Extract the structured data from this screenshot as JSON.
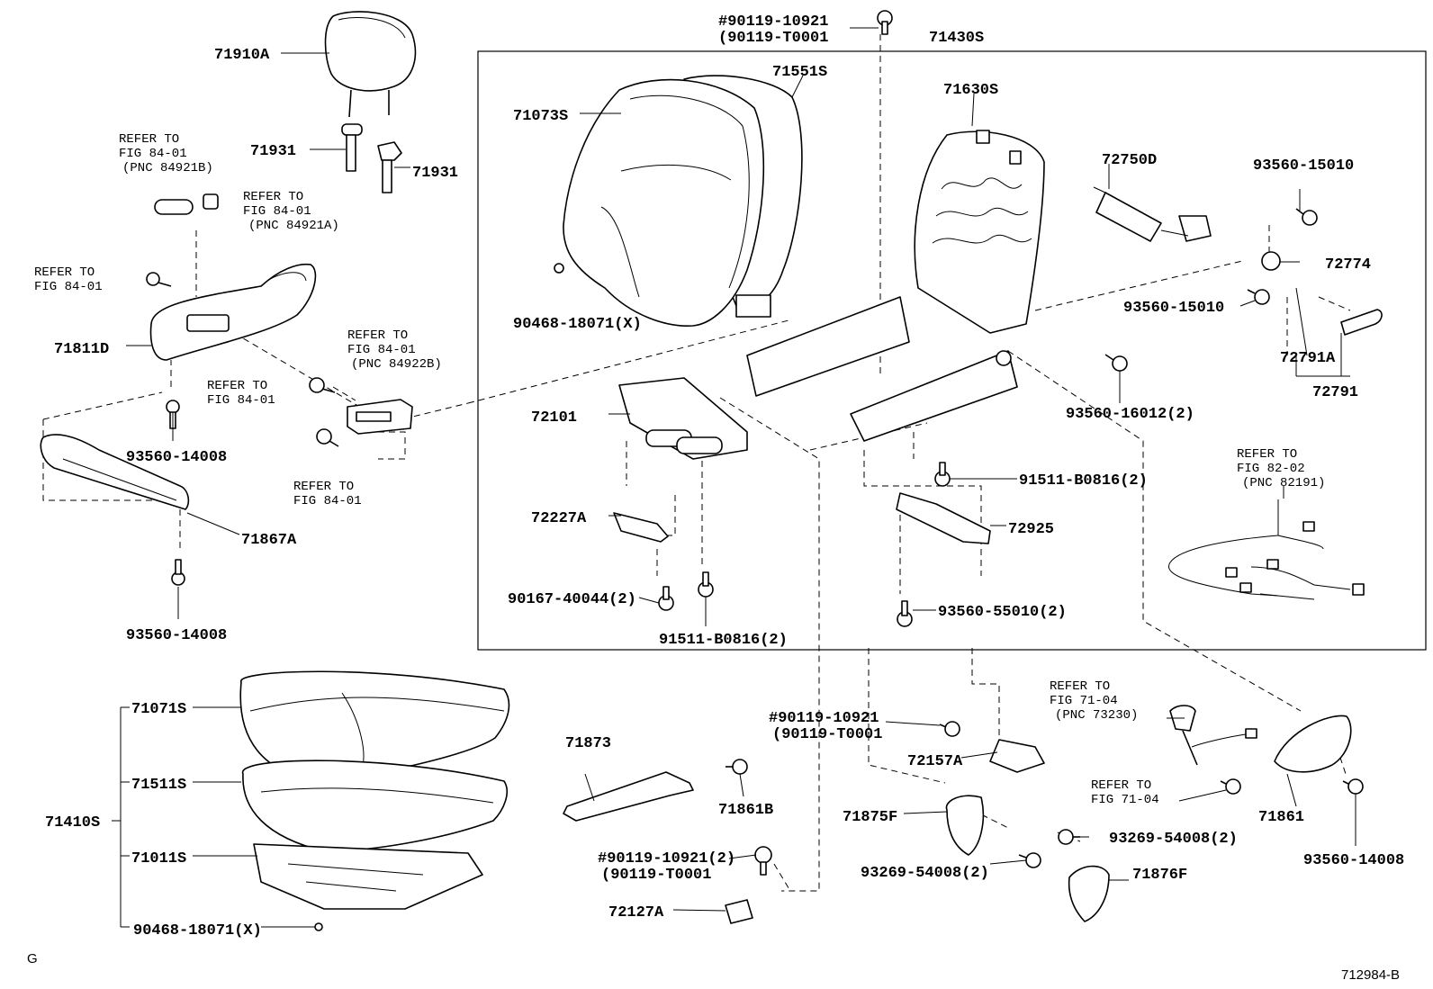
{
  "parts": {
    "p71910A": "71910A",
    "p71931a": "71931",
    "p71931b": "71931",
    "p71811D": "71811D",
    "p93560_14008a": "93560-14008",
    "p71867A": "71867A",
    "p93560_14008b": "93560-14008",
    "p90119_10921_top": "#90119-10921",
    "p90119_T0001_top": "(90119-T0001",
    "p71430S": "71430S",
    "p71551S": "71551S",
    "p71073S": "71073S",
    "p90468_18071_top": "90468-18071(X)",
    "p71630S": "71630S",
    "p72750D": "72750D",
    "p93560_15010a": "93560-15010",
    "p72774": "72774",
    "p93560_15010b": "93560-15010",
    "p72791A": "72791A",
    "p72791": "72791",
    "p93560_16012": "93560-16012(2)",
    "p72101": "72101",
    "p91511_B0816a": "91511-B0816(2)",
    "p72227A": "72227A",
    "p72925": "72925",
    "p90167_40044": "90167-40044(2)",
    "p91511_B0816b": "91511-B0816(2)",
    "p93560_55010": "93560-55010(2)",
    "p71071S": "71071S",
    "p71511S": "71511S",
    "p71410S": "71410S",
    "p71011S": "71011S",
    "p90468_18071_bot": "90468-18071(X)",
    "p71873": "71873",
    "p71861B": "71861B",
    "p90119_10921_2": "#90119-10921(2)",
    "p90119_T0001_2": "(90119-T0001",
    "p72127A": "72127A",
    "p90119_10921_mid": "#90119-10921",
    "p90119_T0001_mid": "(90119-T0001",
    "p72157A": "72157A",
    "p71875F": "71875F",
    "p93269_54008a": "93269-54008(2)",
    "p93269_54008b": "93269-54008(2)",
    "p71876F": "71876F",
    "p71861": "71861",
    "p93560_14008c": "93560-14008"
  },
  "refs": {
    "r1": [
      "REFER TO",
      "FIG 84-01",
      "(PNC 84921B)"
    ],
    "r2": [
      "REFER TO",
      "FIG 84-01",
      "(PNC 84921A)"
    ],
    "r3": [
      "REFER TO",
      "FIG 84-01"
    ],
    "r4": [
      "REFER TO",
      "FIG 84-01",
      "(PNC 84922B)"
    ],
    "r5": [
      "REFER TO",
      "FIG 84-01"
    ],
    "r6": [
      "REFER TO",
      "FIG 84-01"
    ],
    "r7": [
      "REFER TO",
      "FIG 82-02",
      "(PNC 82191)"
    ],
    "r8": [
      "REFER TO",
      "FIG 71-04",
      "(PNC 73230)"
    ],
    "r9": [
      "REFER TO",
      "FIG 71-04"
    ]
  },
  "corner": {
    "left": "G",
    "right": "712984-B"
  }
}
